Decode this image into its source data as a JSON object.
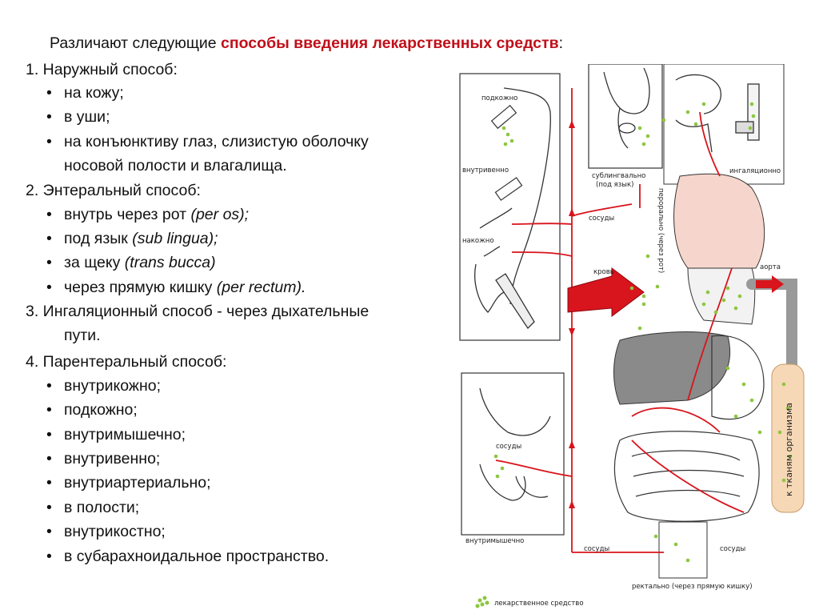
{
  "title": {
    "prefix": "Различают следующие ",
    "accent": "способы введения лекарственных средств",
    "suffix": ":"
  },
  "colors": {
    "accent": "#c0101a",
    "vessel": "#d8141c",
    "drug": "#8cc63f",
    "organ": "#f6d6cc"
  },
  "lines": [
    {
      "id": "h1",
      "kind": "heading",
      "text": "1. Наружный способ:"
    },
    {
      "id": "b1",
      "kind": "bullet",
      "text": "на кожу;"
    },
    {
      "id": "b2",
      "kind": "bullet",
      "text": "в уши;"
    },
    {
      "id": "b3",
      "kind": "bullet",
      "text": "на конъюнктиву глаз, слизистую оболочку"
    },
    {
      "id": "c3",
      "kind": "cont",
      "text": "носовой полости и влагалища."
    },
    {
      "id": "h2",
      "kind": "heading",
      "text": "2. Энтеральный способ:"
    },
    {
      "id": "b4",
      "kind": "bullet",
      "text": "внутрь через рот ",
      "latin": "(per os);"
    },
    {
      "id": "b5",
      "kind": "bullet",
      "text": "под язык ",
      "latin": "(sub lingua);"
    },
    {
      "id": "b6",
      "kind": "bullet",
      "text": "за щеку ",
      "latin": "(trans bucca)"
    },
    {
      "id": "b7",
      "kind": "bullet",
      "text": "через прямую кишку ",
      "latin": "(per rectum)."
    },
    {
      "id": "h3",
      "kind": "heading",
      "text": "3. Ингаляционный способ - через дыхательные"
    },
    {
      "id": "c8",
      "kind": "indent",
      "text": "пути."
    },
    {
      "id": "h4",
      "kind": "heading",
      "text": "4. Парентеральный способ:"
    },
    {
      "id": "b9",
      "kind": "bullet",
      "text": "внутрикожно;"
    },
    {
      "id": "b10",
      "kind": "bullet",
      "text": "подкожно;"
    },
    {
      "id": "b11",
      "kind": "bullet",
      "text": "внутримышечно;"
    },
    {
      "id": "b12",
      "kind": "bullet",
      "text": "внутривенно;"
    },
    {
      "id": "b13",
      "kind": "bullet",
      "text": "внутриартериально;"
    },
    {
      "id": "b14",
      "kind": "bullet",
      "text": "в полости;"
    },
    {
      "id": "b15",
      "kind": "bullet",
      "text": "внутрикостно;"
    },
    {
      "id": "b16",
      "kind": "bullet",
      "text": "в субарахноидальное пространство."
    }
  ],
  "bullet_char": "•",
  "diagram": {
    "podkozhno": "подкожно",
    "vnutrivenno": "внутривенно",
    "nakozhno": "накожно",
    "sublingvalno": "сублингвально",
    "pod_yazyk": "(под язык)",
    "peroralno": "перорально (через рот)",
    "ingalyatsionno": "ингаляционно",
    "sosudy": "сосуды",
    "krov": "кровь",
    "aorta": "аорта",
    "k_tkanyam": "к тканям организма",
    "vnutrimyshechno": "внутримышечно",
    "rektalno": "ректально (через прямую кишку)",
    "legend": "лекарственное средство"
  }
}
